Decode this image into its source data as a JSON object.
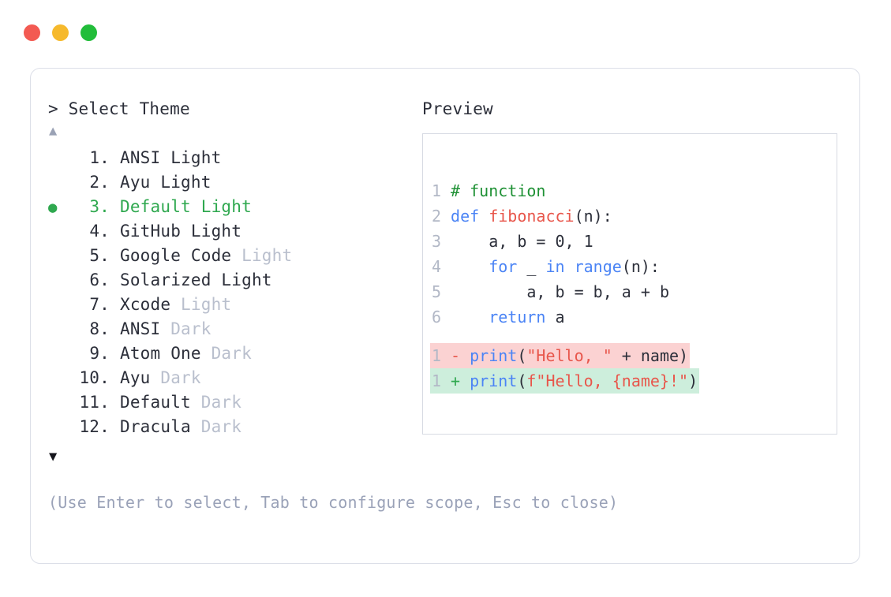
{
  "titlebar": {
    "buttons": [
      {
        "name": "close",
        "color": "#f35a52"
      },
      {
        "name": "minimize",
        "color": "#f6b92c"
      },
      {
        "name": "maximize",
        "color": "#22bd3a"
      }
    ]
  },
  "picker": {
    "prompt": "> Select Theme",
    "scroll_up_indicator": "▲",
    "scroll_down_indicator": "▼",
    "selected_bullet": "●",
    "selected_index": 3,
    "items": [
      {
        "index": "1.",
        "name": "ANSI Light",
        "suffix": "",
        "selected": false
      },
      {
        "index": "2.",
        "name": "Ayu Light",
        "suffix": "",
        "selected": false
      },
      {
        "index": "3.",
        "name": "Default Light",
        "suffix": "",
        "selected": true
      },
      {
        "index": "4.",
        "name": "GitHub Light",
        "suffix": "",
        "selected": false
      },
      {
        "index": "5.",
        "name": "Google Code",
        "suffix": "Light",
        "selected": false
      },
      {
        "index": "6.",
        "name": "Solarized Light",
        "suffix": "",
        "selected": false
      },
      {
        "index": "7.",
        "name": "Xcode",
        "suffix": "Light",
        "selected": false
      },
      {
        "index": "8.",
        "name": "ANSI",
        "suffix": "Dark",
        "selected": false
      },
      {
        "index": "9.",
        "name": "Atom One",
        "suffix": "Dark",
        "selected": false
      },
      {
        "index": "10.",
        "name": "Ayu",
        "suffix": "Dark",
        "selected": false
      },
      {
        "index": "11.",
        "name": "Default",
        "suffix": "Dark",
        "selected": false
      },
      {
        "index": "12.",
        "name": "Dracula",
        "suffix": "Dark",
        "selected": false
      }
    ],
    "hint": "(Use Enter to select, Tab to configure scope, Esc to close)"
  },
  "preview": {
    "label": "Preview",
    "code_lines": [
      {
        "number": "1",
        "tokens": [
          {
            "t": "# function",
            "c": "comment"
          }
        ]
      },
      {
        "number": "2",
        "tokens": [
          {
            "t": "def ",
            "c": "kw"
          },
          {
            "t": "fibonacci",
            "c": "fn"
          },
          {
            "t": "(n):",
            "c": "plain"
          }
        ]
      },
      {
        "number": "3",
        "tokens": [
          {
            "t": "    a, b = 0, 1",
            "c": "plain"
          }
        ]
      },
      {
        "number": "4",
        "tokens": [
          {
            "t": "    ",
            "c": "plain"
          },
          {
            "t": "for",
            "c": "kw"
          },
          {
            "t": " _ ",
            "c": "plain"
          },
          {
            "t": "in range",
            "c": "kw"
          },
          {
            "t": "(n):",
            "c": "plain"
          }
        ]
      },
      {
        "number": "5",
        "tokens": [
          {
            "t": "        a, b = b, a + b",
            "c": "plain"
          }
        ]
      },
      {
        "number": "6",
        "tokens": [
          {
            "t": "    ",
            "c": "plain"
          },
          {
            "t": "return",
            "c": "kw"
          },
          {
            "t": " a",
            "c": "plain"
          }
        ]
      }
    ],
    "diff_lines": [
      {
        "number": "1",
        "kind": "del",
        "sign": "-",
        "tokens": [
          {
            "t": "print",
            "c": "kw"
          },
          {
            "t": "(",
            "c": "plain"
          },
          {
            "t": "\"Hello, \"",
            "c": "str"
          },
          {
            "t": " + name)",
            "c": "plain"
          }
        ]
      },
      {
        "number": "1",
        "kind": "add",
        "sign": "+",
        "tokens": [
          {
            "t": "print",
            "c": "kw"
          },
          {
            "t": "(",
            "c": "plain"
          },
          {
            "t": "f\"Hello, {name}!\"",
            "c": "str"
          },
          {
            "t": ")",
            "c": "plain"
          }
        ]
      }
    ]
  }
}
